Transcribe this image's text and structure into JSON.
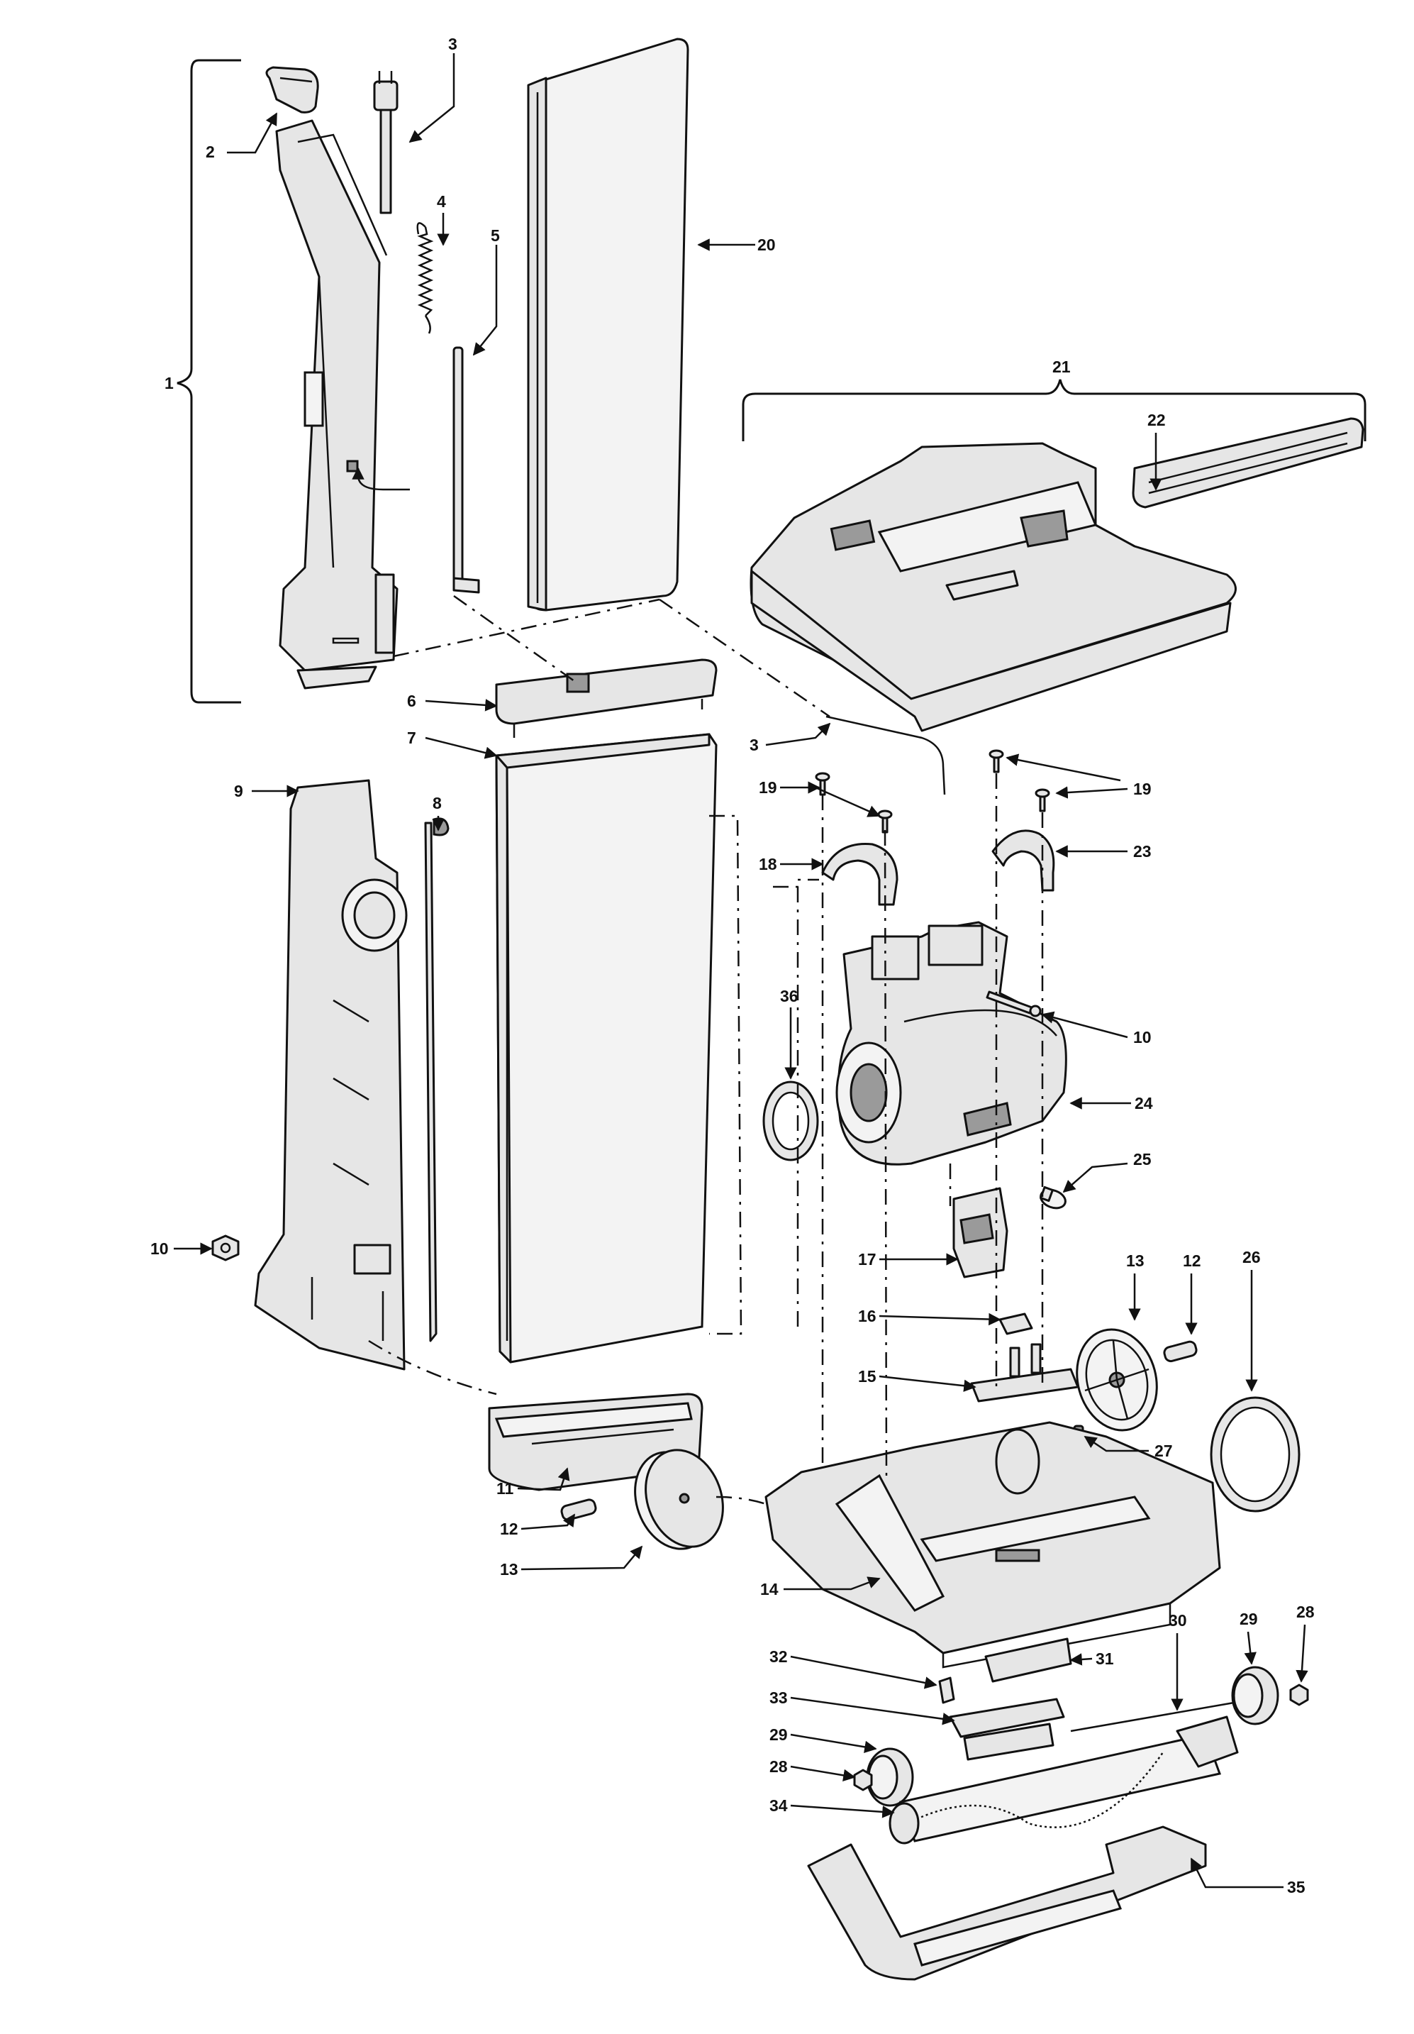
{
  "callouts": {
    "c1": "1",
    "c2": "2",
    "c3a": "3",
    "c3b": "3",
    "c4": "4",
    "c5": "5",
    "c6": "6",
    "c7": "7",
    "c8": "8",
    "c9": "9",
    "c10a": "10",
    "c10b": "10",
    "c11": "11",
    "c12a": "12",
    "c12b": "12",
    "c13a": "13",
    "c13b": "13",
    "c14": "14",
    "c15": "15",
    "c16": "16",
    "c17": "17",
    "c18": "18",
    "c19a": "19",
    "c19b": "19",
    "c20": "20",
    "c21": "21",
    "c22": "22",
    "c23": "23",
    "c24": "24",
    "c25": "25",
    "c26": "26",
    "c27": "27",
    "c28a": "28",
    "c28b": "28",
    "c29a": "29",
    "c29b": "29",
    "c30": "30",
    "c31": "31",
    "c32": "32",
    "c33": "33",
    "c34": "34",
    "c35": "35",
    "c36": "36"
  }
}
